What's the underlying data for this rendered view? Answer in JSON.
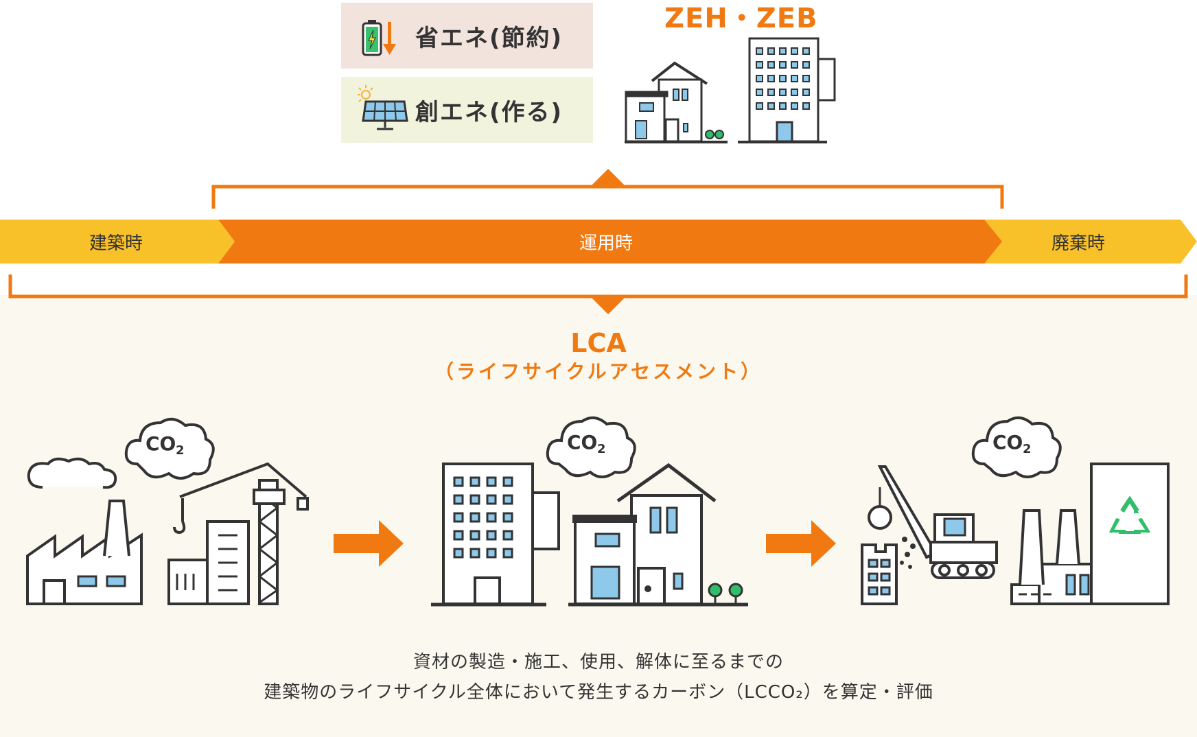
{
  "pills": {
    "save_energy": "省エネ(節約)",
    "create_energy": "創エネ(作る)"
  },
  "zeh_zeb": "ZEH・ZEB",
  "phases": {
    "construction": "建築時",
    "operation": "運用時",
    "disposal": "廃棄時"
  },
  "lca": {
    "title": "LCA",
    "subtitle": "（ライフサイクルアセスメント）"
  },
  "co2_label": "CO",
  "co2_sub": "2",
  "description": {
    "line1": "資材の製造・施工、使用、解体に至るまでの",
    "line2": "建築物のライフサイクル全体において発生するカーボン（LCCO₂）を算定・評価"
  },
  "colors": {
    "orange": "#f07a11",
    "yellow": "#f8c12a",
    "ink": "#333333",
    "panel": "#fbf8ef",
    "window_blue": "#8ec8ea",
    "recycle_green": "#2fbf6a"
  },
  "icons": {
    "battery": "battery-down-icon",
    "solar": "solar-panel-icon",
    "factory": "factory-icon",
    "crane": "crane-icon",
    "office": "office-building-icon",
    "house": "house-icon",
    "demolition": "demolition-machine-icon",
    "recycle": "recycle-plant-icon"
  }
}
